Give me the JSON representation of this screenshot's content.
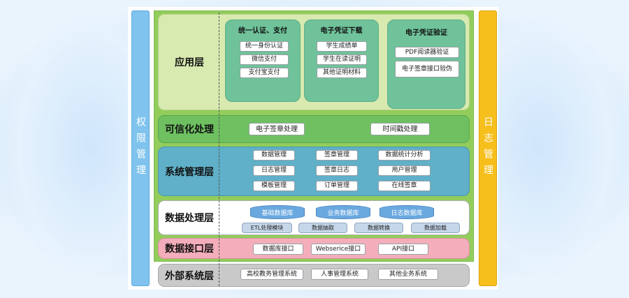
{
  "side": {
    "left": "权限管理",
    "right": "日志管理"
  },
  "layers": {
    "app": {
      "label": "应用层",
      "panels": [
        {
          "title": "统一认证、支付",
          "items": [
            "统一身份认证",
            "微信支付",
            "支付宝支付"
          ]
        },
        {
          "title": "电子凭证下载",
          "items": [
            "学生成绩单",
            "学生在读证明",
            "其他证明材料"
          ]
        },
        {
          "title": "电子凭证验证",
          "items": [
            "PDF阅读器验证",
            "电子签章接口验伪"
          ]
        }
      ]
    },
    "trust": {
      "label": "可信化处理",
      "items": [
        "电子签章处理",
        "时间戳处理"
      ]
    },
    "system": {
      "label": "系统管理层",
      "items": [
        "数据管理",
        "签章管理",
        "数据统计分析",
        "日志管理",
        "签章日志",
        "用户管理",
        "模板管理",
        "订单管理",
        "在线签章"
      ]
    },
    "data": {
      "label": "数据处理层",
      "dbs": [
        "基础数据库",
        "业务数据库",
        "日志数据库"
      ],
      "ops": [
        "ETL处理模块",
        "数据抽取",
        "数据转换",
        "数据加载"
      ]
    },
    "iface": {
      "label": "数据接口层",
      "items": [
        "数据库接口",
        "Webserice接口",
        "API接口"
      ]
    },
    "external": {
      "label": "外部系统层",
      "items": [
        "高校教务管理系统",
        "人事管理系统",
        "其他业务系统"
      ]
    }
  },
  "colors": {
    "left_bar": "#7fc3ee",
    "right_bar": "#f6bf1c",
    "main_bg": "#92cd5c",
    "app_layer": "#d8eab0",
    "app_panel": "#6fc29a",
    "trust_layer": "#6ec060",
    "system_layer": "#5fb0c8",
    "data_layer": "#ffffff",
    "iface_layer": "#f4aebb",
    "external_layer": "#c9c9c9"
  }
}
